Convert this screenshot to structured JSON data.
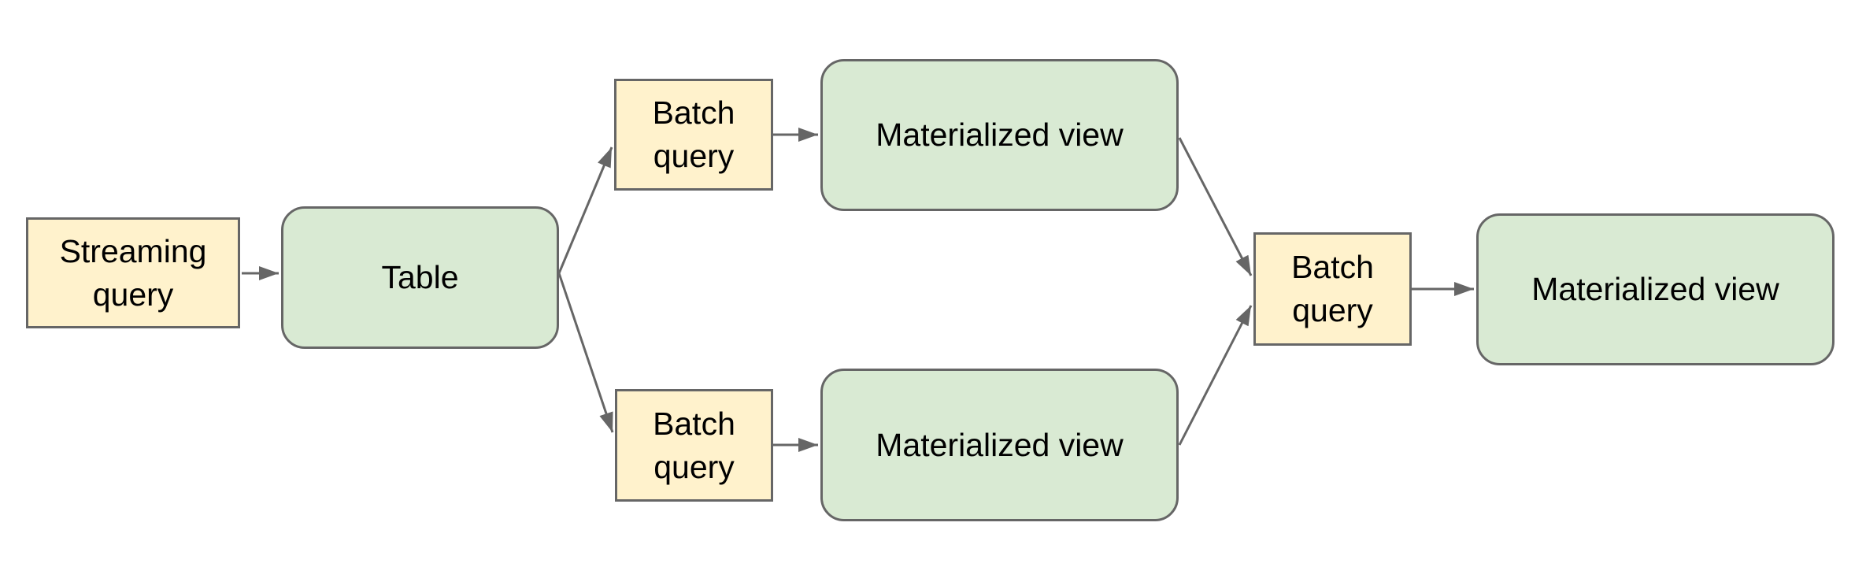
{
  "diagram": {
    "type": "flowchart",
    "background_color": "#ffffff",
    "colors": {
      "query_box_fill": "#fff2cc",
      "query_box_border": "#666666",
      "data_box_fill": "#d9ead3",
      "data_box_border": "#666666",
      "connector": "#666666",
      "label_text": "#000000"
    },
    "nodes": {
      "streaming_query": {
        "label": "Streaming query",
        "shape": "rectangle",
        "fill": "#fff2cc"
      },
      "table": {
        "label": "Table",
        "shape": "rounded-rectangle",
        "fill": "#d9ead3"
      },
      "batch_query_top": {
        "label": "Batch query",
        "shape": "rectangle",
        "fill": "#fff2cc"
      },
      "materialized_view_top": {
        "label": "Materialized view",
        "shape": "rounded-rectangle",
        "fill": "#d9ead3"
      },
      "batch_query_bottom": {
        "label": "Batch query",
        "shape": "rectangle",
        "fill": "#fff2cc"
      },
      "materialized_view_bottom": {
        "label": "Materialized view",
        "shape": "rounded-rectangle",
        "fill": "#d9ead3"
      },
      "batch_query_right": {
        "label": "Batch query",
        "shape": "rectangle",
        "fill": "#fff2cc"
      },
      "materialized_view_right": {
        "label": "Materialized view",
        "shape": "rounded-rectangle",
        "fill": "#d9ead3"
      }
    },
    "edges": [
      {
        "from": "streaming_query",
        "to": "table",
        "arrow": "filled-triangle"
      },
      {
        "from": "table",
        "to": "batch_query_top",
        "arrow": "filled-triangle"
      },
      {
        "from": "table",
        "to": "batch_query_bottom",
        "arrow": "filled-triangle"
      },
      {
        "from": "batch_query_top",
        "to": "materialized_view_top",
        "arrow": "filled-triangle"
      },
      {
        "from": "batch_query_bottom",
        "to": "materialized_view_bottom",
        "arrow": "filled-triangle"
      },
      {
        "from": "materialized_view_top",
        "to": "batch_query_right",
        "arrow": "filled-triangle"
      },
      {
        "from": "materialized_view_bottom",
        "to": "batch_query_right",
        "arrow": "filled-triangle"
      },
      {
        "from": "batch_query_right",
        "to": "materialized_view_right",
        "arrow": "filled-triangle"
      }
    ]
  }
}
